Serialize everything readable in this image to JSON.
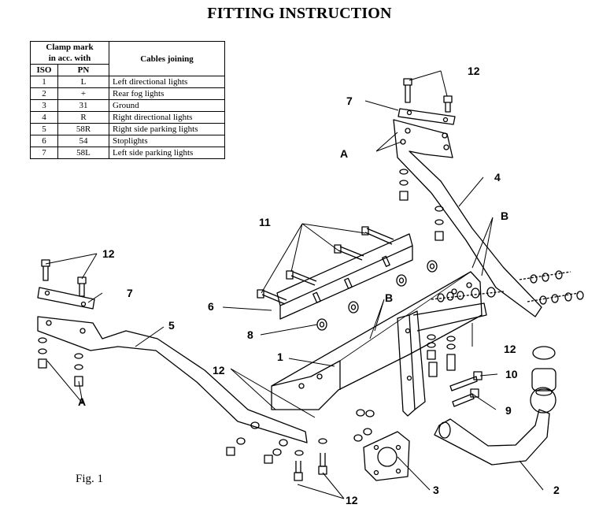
{
  "title": "FITTING INSTRUCTION",
  "table": {
    "header_clamp": [
      "Clamp mark",
      "in acc. with"
    ],
    "header_cables": "Cables joining",
    "header_iso": "ISO",
    "header_pn": "PN",
    "rows": [
      {
        "iso": "1",
        "pn": "L",
        "cable": "Left directional lights"
      },
      {
        "iso": "2",
        "pn": "+",
        "cable": "Rear fog lights"
      },
      {
        "iso": "3",
        "pn": "31",
        "cable": "Ground"
      },
      {
        "iso": "4",
        "pn": "R",
        "cable": "Right directional lights"
      },
      {
        "iso": "5",
        "pn": "58R",
        "cable": "Right side parking lights"
      },
      {
        "iso": "6",
        "pn": "54",
        "cable": "Stoplights"
      },
      {
        "iso": "7",
        "pn": "58L",
        "cable": "Left side parking lights"
      }
    ]
  },
  "figure_label": "Fig. 1",
  "callouts": {
    "n12": "12",
    "n7": "7",
    "nA": "A",
    "n4": "4",
    "nB": "B",
    "n11": "11",
    "n6": "6",
    "n8": "8",
    "n1": "1",
    "n5": "5",
    "n10": "10",
    "n9": "9",
    "n3": "3",
    "n2": "2"
  }
}
